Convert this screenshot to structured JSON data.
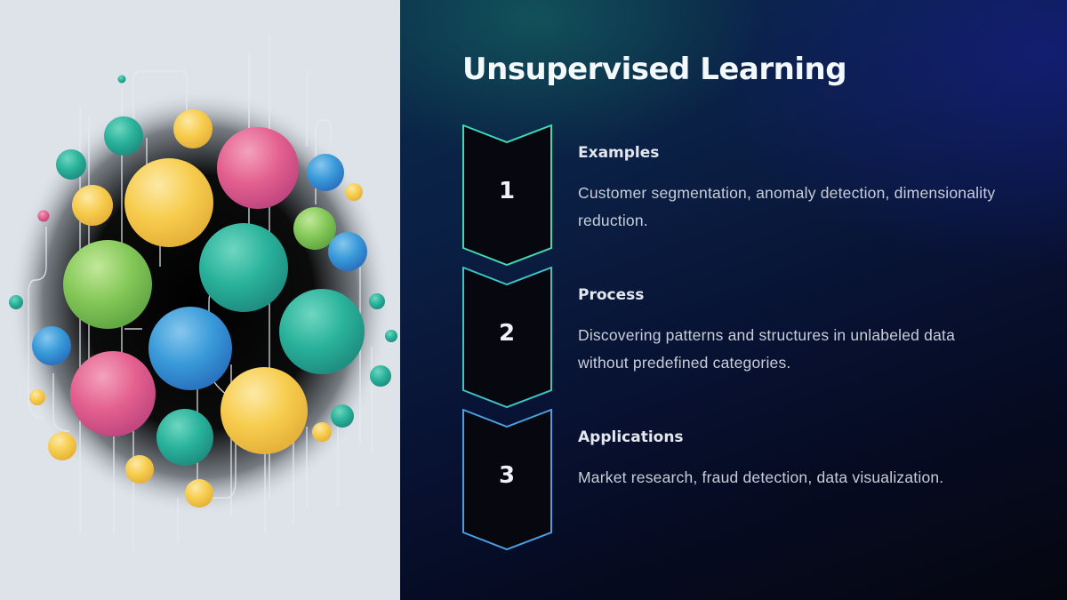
{
  "slide": {
    "title": "Unsupervised Learning",
    "steps": [
      {
        "number": "1",
        "heading": "Examples",
        "body": "Customer segmentation, anomaly detection, dimensionality reduction.",
        "accent_color": "#3fd9b4"
      },
      {
        "number": "2",
        "heading": "Process",
        "body": "Discovering patterns and structures in unlabeled data without predefined categories.",
        "accent_color": "#3cc3c6"
      },
      {
        "number": "3",
        "heading": "Applications",
        "body": "Market research, fraud detection, data visualization.",
        "accent_color": "#4a9fe0"
      }
    ]
  },
  "illustration": {
    "description": "Clustered colorful spheres connected by thin circuit lines on a dark radial shadow",
    "palette": {
      "yellow": "#f7cd4e",
      "pink": "#e4618f",
      "teal": "#2ab39c",
      "green": "#86c95a",
      "blue": "#3a9bd9",
      "background": "#dde3e9"
    }
  }
}
